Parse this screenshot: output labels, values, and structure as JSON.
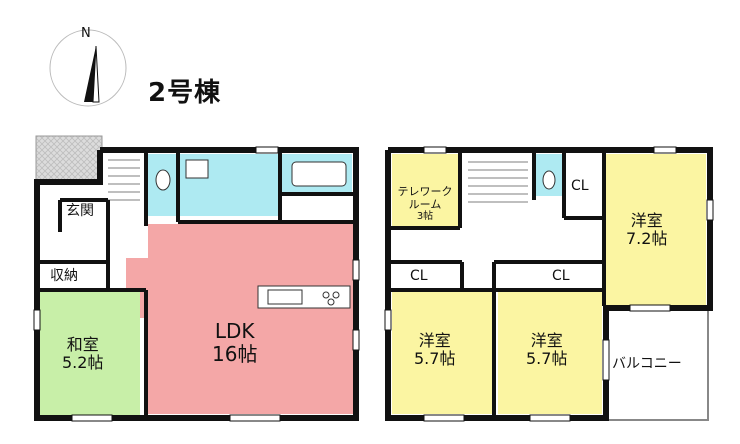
{
  "header": {
    "title": "2号棟",
    "compass_label": "N"
  },
  "colors": {
    "wall": "#111111",
    "ldk": "#f4a7a7",
    "washitsu": "#c8efa8",
    "youshitsu": "#fbf5a2",
    "water": "#aeeaf2",
    "porch": "#d9d9d9"
  },
  "floor1": {
    "genkan": "玄関",
    "shuno": "収納",
    "washitsu_name": "和室",
    "washitsu_size": "5.2帖",
    "ldk_name": "LDK",
    "ldk_size": "16帖"
  },
  "floor2": {
    "telework_l1": "テレワーク",
    "telework_l2": "ルーム",
    "telework_size": "3帖",
    "cl_top": "CL",
    "youshitsu_a_name": "洋室",
    "youshitsu_a_size": "7.2帖",
    "cl_left": "CL",
    "cl_mid": "CL",
    "youshitsu_b_name": "洋室",
    "youshitsu_b_size": "5.7帖",
    "youshitsu_c_name": "洋室",
    "youshitsu_c_size": "5.7帖",
    "balcony": "バルコニー"
  }
}
